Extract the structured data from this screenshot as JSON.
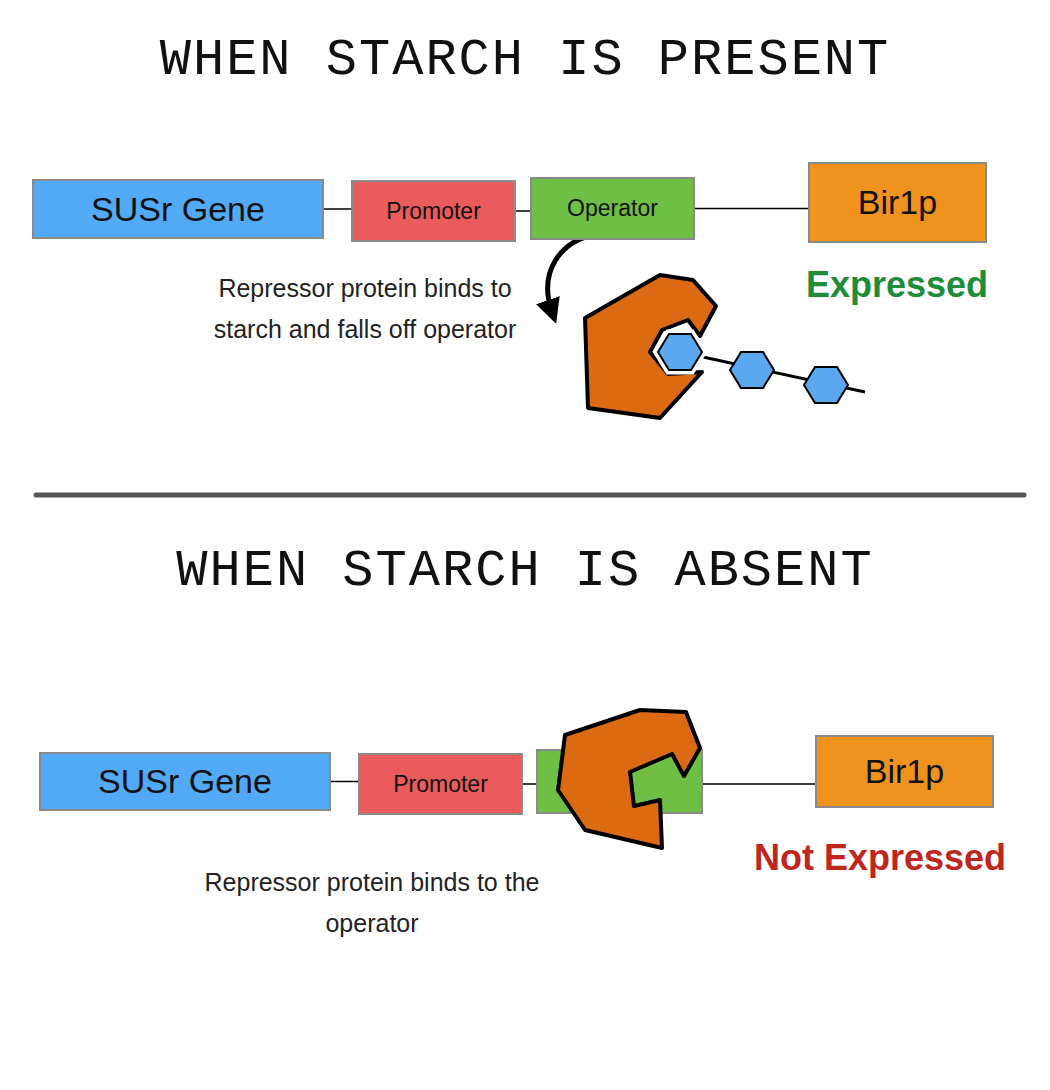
{
  "diagram": {
    "nodes": [
      {
        "text": [
          "SUSr Gene"
        ]
      },
      {
        "text": [
          "Promoter"
        ]
      },
      {
        "text": [
          "Operator"
        ]
      },
      {
        "text": [
          "Bir1p"
        ]
      },
      {
        "text": [
          "SUSr Gene"
        ]
      },
      {
        "text": [
          "Promoter"
        ]
      },
      {
        "text": [
          "Bir1p"
        ]
      }
    ],
    "edges": [
      {
        "from": 0,
        "to": 1,
        "arrow": "none"
      },
      {
        "from": 1,
        "to": 2,
        "arrow": "none"
      },
      {
        "from": 2,
        "to": 3,
        "arrow": "none"
      },
      {
        "from": 4,
        "to": 5,
        "arrow": "none"
      }
    ],
    "labels": [
      "WHEN STARCH IS PRESENT",
      "Repressor protein binds to starch and falls off operator",
      "Expressed",
      "WHEN STARCH IS ABSENT",
      "Repressor protein binds to the operator",
      "Not Expressed"
    ]
  }
}
